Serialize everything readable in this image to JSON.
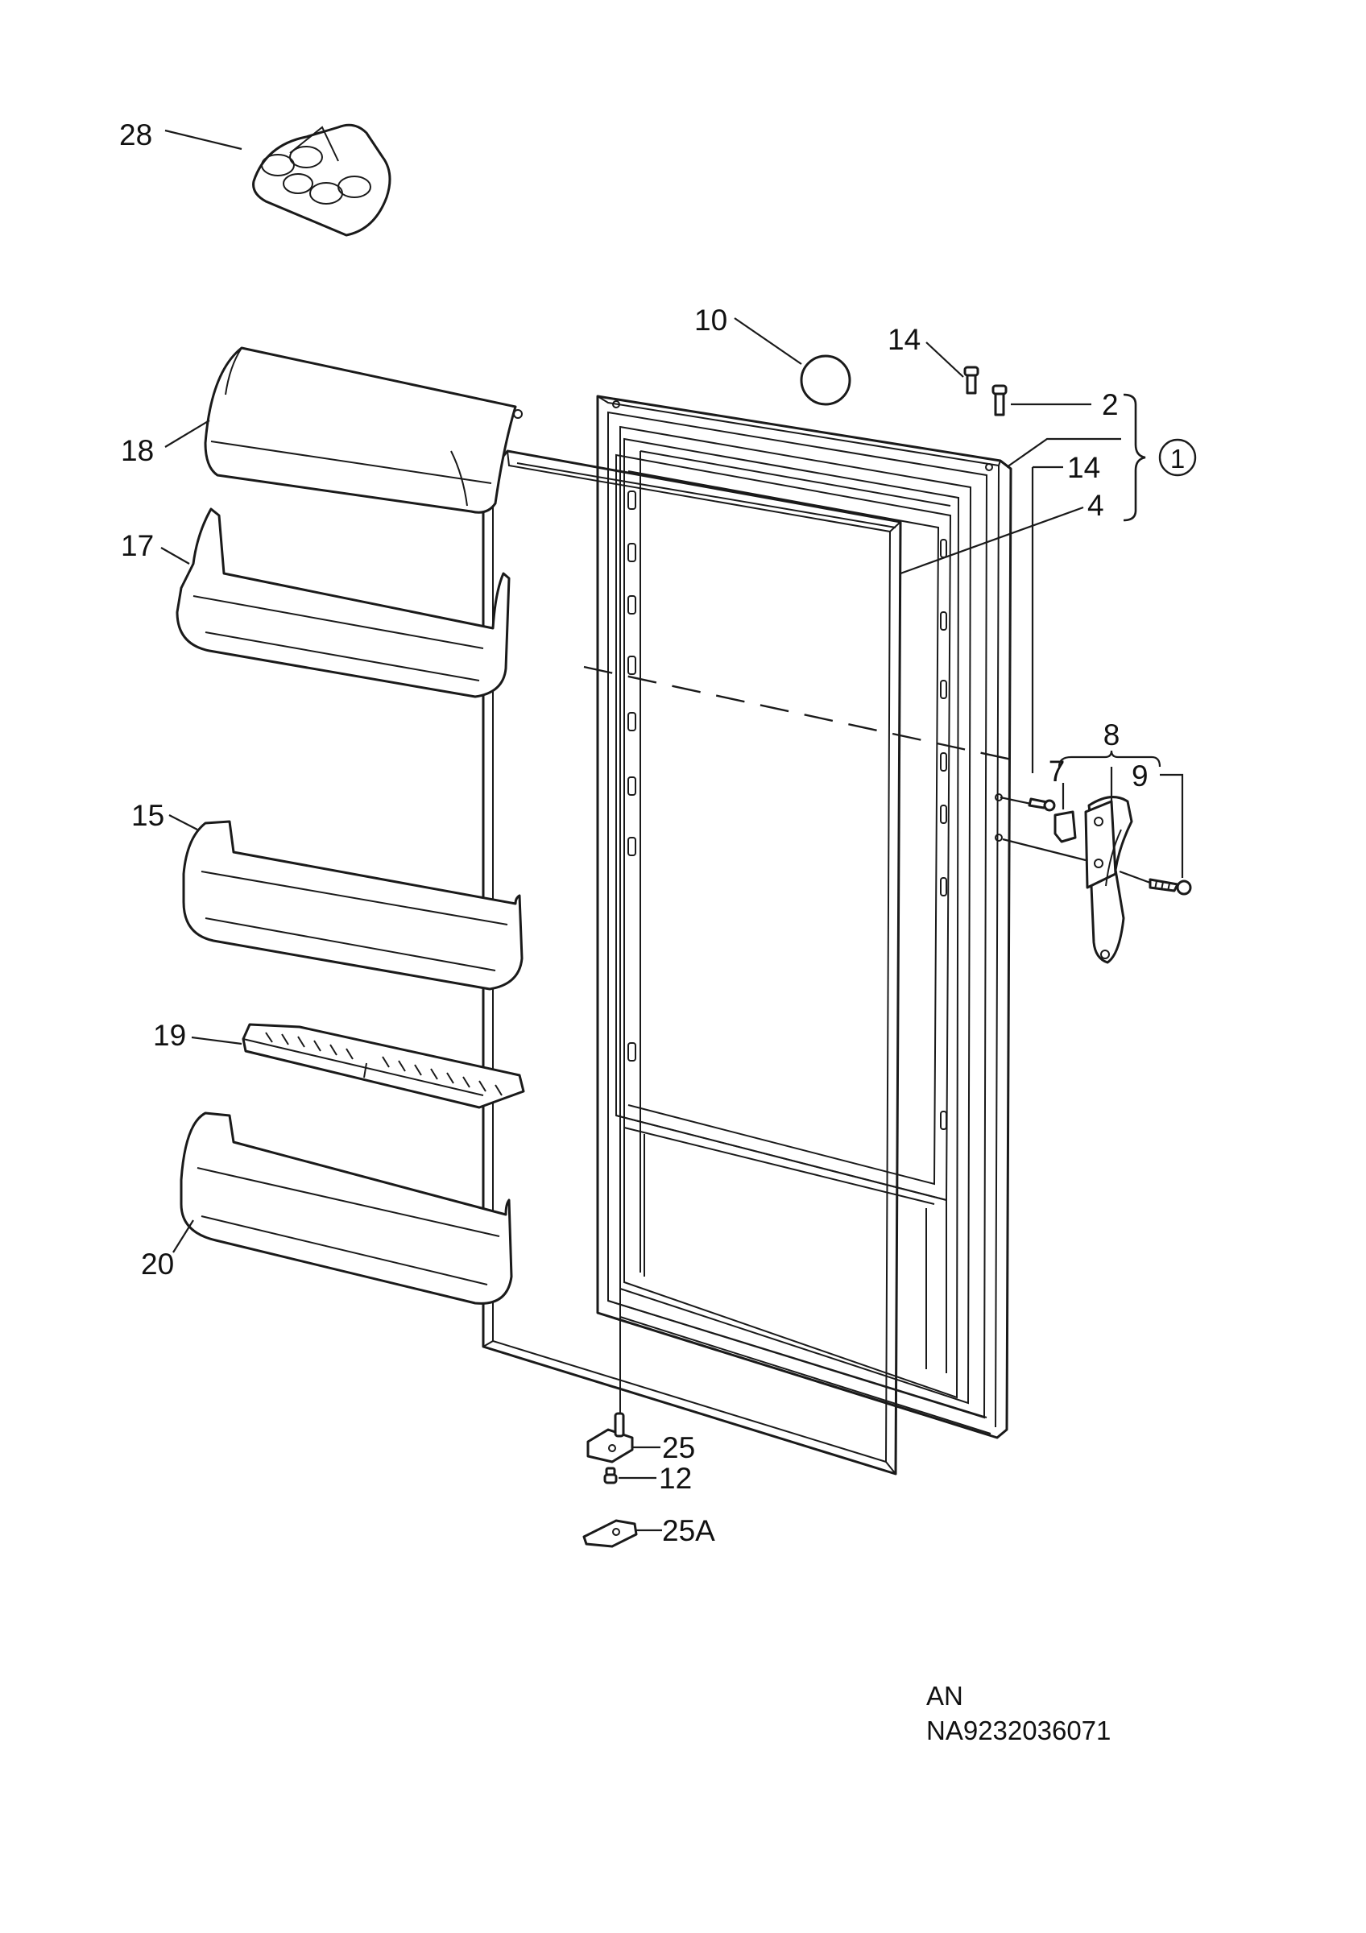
{
  "diagram": {
    "callouts": {
      "c28": "28",
      "c10": "10",
      "c14_top": "14",
      "c2": "2",
      "c1": "1",
      "c14_mid": "14",
      "c4": "4",
      "c18": "18",
      "c17": "17",
      "c15": "15",
      "c19": "19",
      "c20": "20",
      "c8": "8",
      "c7": "7",
      "c9": "9",
      "c25": "25",
      "c12": "12",
      "c25a": "25A"
    },
    "doc_code": "AN",
    "doc_number": "NA9232036071"
  },
  "colors": {
    "line": "#1a1a1a",
    "background": "#ffffff"
  }
}
